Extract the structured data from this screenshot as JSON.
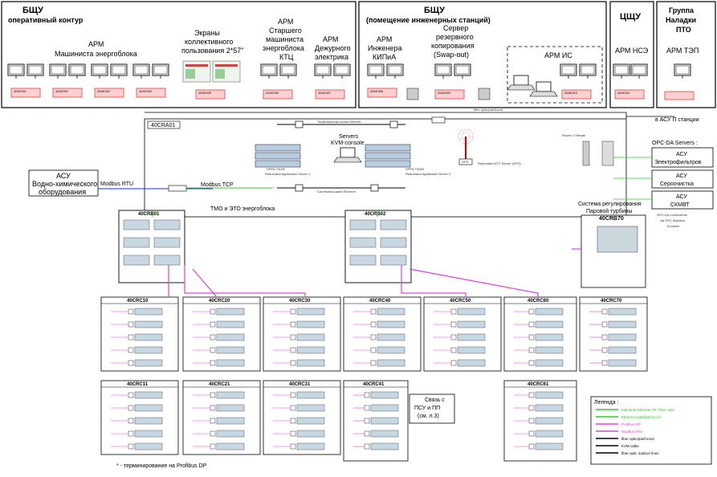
{
  "headers": {
    "bshu_oper_title": "БЩУ",
    "bshu_oper_sub": "оперативный контур",
    "bshu_eng_title": "БЩУ",
    "bshu_eng_sub": "(помещение инженерных станций)",
    "cshu": "ЦЩУ",
    "group_1": "Группа",
    "group_2": "Наладки",
    "group_3": "ПТО"
  },
  "arm": {
    "machinist_1": "АРМ",
    "machinist_2": "Машиниста энергоблока",
    "screens_1": "Экраны",
    "screens_2": "коллективного",
    "screens_3": "пользования 2*57\"",
    "senior_1": "АРМ",
    "senior_2": "Старшего",
    "senior_3": "машиниста",
    "senior_4": "энергоблока",
    "senior_5": "КТЦ",
    "duty_1": "АРМ",
    "duty_2": "Дежурного",
    "duty_3": "электрика",
    "kipia_1": "АРМ",
    "kipia_2": "Инженера",
    "kipia_3": "КИПиА",
    "server_1": "Сервер",
    "server_2": "резервного",
    "server_3": "копирования",
    "server_4": "(Swap-out)",
    "is": "АРМ ИС",
    "nse": "АРМ НСЭ",
    "tep": "АРМ ТЭП"
  },
  "pcs": [
    "40АКЭ01",
    "40АКЭ02",
    "40АКЭ03",
    "40АКЭ04",
    "40АКЭ05",
    "40АКЭ06",
    "40АКЭ07",
    "40АКЭ08",
    "40АКЭ09",
    "40АКЭ10",
    "40АКЭ11"
  ],
  "center": {
    "cabinet": "40CRA01",
    "bus_top": "Терминальная шина Ethernet",
    "bus_bottom": "Системная шина Ethernet",
    "servers_1": "Servers",
    "servers_2": "KVM-console",
    "srv1_model": "SPPA-T3000",
    "srv1_sub": "Redundant Application Server 1",
    "srv2_model": "SPPA-T3000",
    "srv2_sub": "Redundant Application Server 2",
    "gps": "GPS",
    "ntp": "Redundant NTP Server (GPS)",
    "firewall": "Router / Firewall",
    "fiber": "fiber optic/patchcord",
    "asu_link": "в АСУ П станции",
    "modbus_rtu": "Modbus RTU",
    "modbus_tcp": "Modbus TCP",
    "opc_title": "OPC-DA Servers :",
    "opc_note_1": "OPC-DA connections",
    "opc_note_2": "via OPC Matrikon",
    "opc_note_3": "Tunneller"
  },
  "asu": {
    "water_1": "АСУ",
    "water_2": "Водно-химического",
    "water_3": "оборудования",
    "filters_1": "АСУ",
    "filters_2": "Электрофильтров",
    "sulfur_1": "АСУ",
    "sulfur_2": "Сероочистка",
    "skmv_1": "АСУ",
    "skmv_2": "СКМВТ"
  },
  "sections": {
    "tmo": "ТМО и ЭТО энергоблока",
    "turbine_1": "Система регулирования",
    "turbine_2": "Паровой турбины",
    "psu_1": "Связь с",
    "psu_2": "ПСУ и ПП",
    "psu_3": "(см. л.3)",
    "footnote": "* - терминирование на Profibus DP"
  },
  "cabinets": {
    "crb01": "40CRB01",
    "crb02": "40CRB02",
    "crb70": "40CRB70",
    "crc10": "40CRC10",
    "crc20": "40CRC20",
    "crc30": "40CRC30",
    "crc40": "40CRC40",
    "crc50": "40CRC50",
    "crc60": "40CRC60",
    "crc70": "40CRC70",
    "crc11": "40CRC11",
    "crc21": "40CRC21",
    "crc31": "40CRC31",
    "crc41": "40CRC41",
    "crc61": "40CRC61"
  },
  "legend": {
    "title": "Легенда :",
    "items": [
      {
        "label": "Industrial Ethernet TP / fiber optic",
        "color": "#2ecc2e"
      },
      {
        "label": "Ethernet Cat5/patchcord",
        "color": "#2ecc2e"
      },
      {
        "label": "Profibus DP",
        "color": "#e040e0"
      },
      {
        "label": "Modbus RTU",
        "color": "#e040e0"
      },
      {
        "label": "fiber optic/patchcord",
        "color": "#000000"
      },
      {
        "label": "KVM cable",
        "color": "#000000"
      },
      {
        "label": "fiber optic outdoor lines",
        "color": "#000000"
      }
    ]
  },
  "colors": {
    "ethernet": "#2ecc2e",
    "profibus": "#e040e0",
    "modbus": "#2233aa",
    "pc_red": "#e04040",
    "pc_fill": "#ffd0d0"
  }
}
